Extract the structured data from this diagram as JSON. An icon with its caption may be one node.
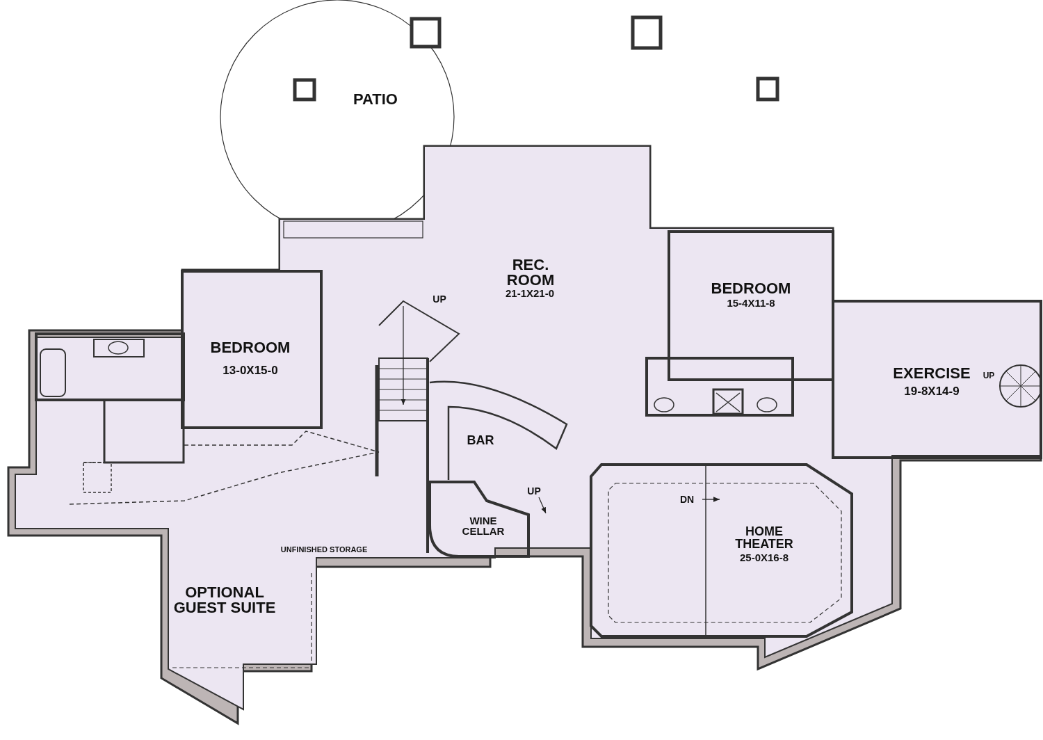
{
  "diagram": {
    "labels": [
      "PATIO",
      "REC. ROOM",
      "21-1X21-0",
      "BEDROOM",
      "UP",
      "15-4X11-8",
      "BEDROOM",
      "13-0X15-0",
      "EXERCISE",
      "UP",
      "19-8X14-9",
      "BAR",
      "UP",
      "DN",
      "WINE CELLAR",
      "HOME THEATER",
      "25-0X16-8",
      "UNFINISHED STORAGE",
      "OPTIONAL GUEST SUITE"
    ]
  }
}
